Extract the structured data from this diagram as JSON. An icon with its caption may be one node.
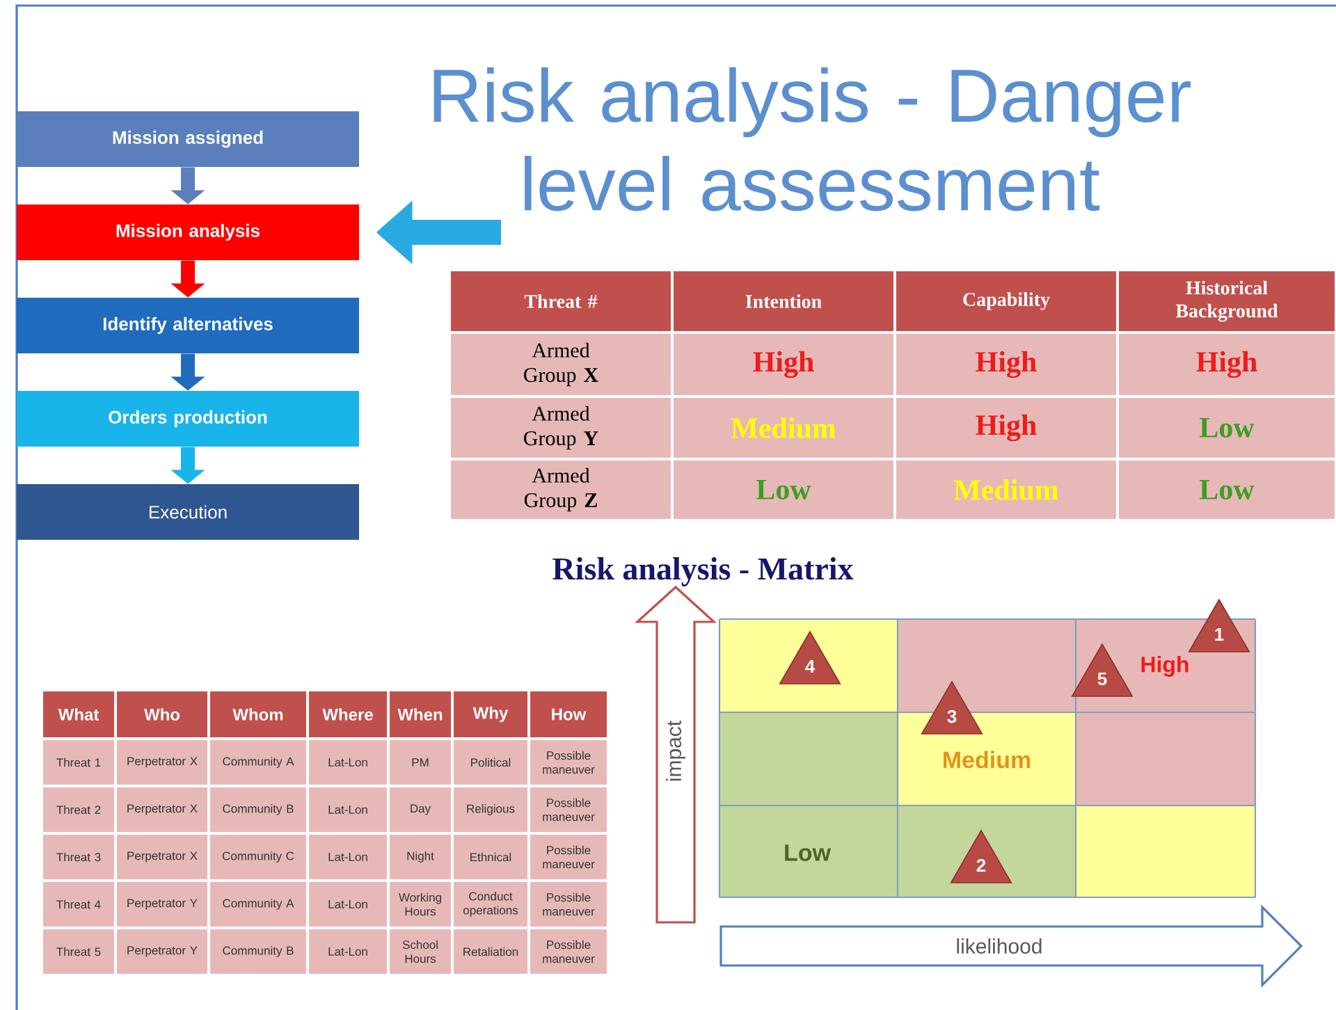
{
  "diagram": {
    "title": "Risk analysis - Danger level assessment",
    "nodes": [
      {
        "text": [
          "Mission assigned"
        ]
      },
      {
        "text": [
          "Mission analysis"
        ]
      },
      {
        "text": [
          "Identify alternatives"
        ]
      },
      {
        "text": [
          "Orders production"
        ]
      },
      {
        "text": [
          "Execution"
        ]
      },
      {
        "text": [
          "1"
        ]
      },
      {
        "text": [
          "4"
        ]
      },
      {
        "text": [
          "5"
        ]
      },
      {
        "text": [
          "3"
        ]
      },
      {
        "text": [
          "2"
        ]
      }
    ],
    "edges": [
      {
        "from": 0,
        "to": 1,
        "arrow": "to",
        "color": "#5b7fbd"
      },
      {
        "from": 1,
        "to": 2,
        "arrow": "to",
        "color": "#ff0000"
      },
      {
        "from": 2,
        "to": 3,
        "arrow": "to",
        "color": "#1f6bbd"
      },
      {
        "from": 3,
        "to": 4,
        "arrow": "to",
        "color": "#19b4ea"
      },
      {
        "from": null,
        "to": 1,
        "arrow": "to",
        "style": "thick",
        "color": "#29abe2"
      }
    ],
    "labels": [
      "Threat #",
      "Intention",
      "Capability",
      "Historical Background",
      "Armed Group **X**",
      "High",
      "High",
      "High",
      "Armed Group **Y**",
      "Medium",
      "High",
      "Low",
      "Armed Group **Z**",
      "Low",
      "Medium",
      "Low",
      "Risk analysis - Matrix",
      "What",
      "Who",
      "Whom",
      "Where",
      "When",
      "Why",
      "How",
      "Threat 1",
      "Perpetrator X",
      "Community A",
      "Lat-Lon",
      "PM",
      "Political",
      "Possible maneuver",
      "Threat 2",
      "Perpetrator X",
      "Community B",
      "Lat-Lon",
      "Day",
      "Religious",
      "Possible maneuver",
      "Threat 3",
      "Perpetrator X",
      "Community C",
      "Lat-Lon",
      "Night",
      "Ethnical",
      "Possible maneuver",
      "Threat 4",
      "Perpetrator Y",
      "Community A",
      "Lat-Lon",
      "Working Hours",
      "Conduct operations",
      "Possible maneuver",
      "Threat 5",
      "Perpetrator Y",
      "Community B",
      "Lat-Lon",
      "School Hours",
      "Retaliation",
      "Possible maneuver",
      "High",
      "Medium",
      "Low",
      "impact",
      "likelihood"
    ]
  }
}
